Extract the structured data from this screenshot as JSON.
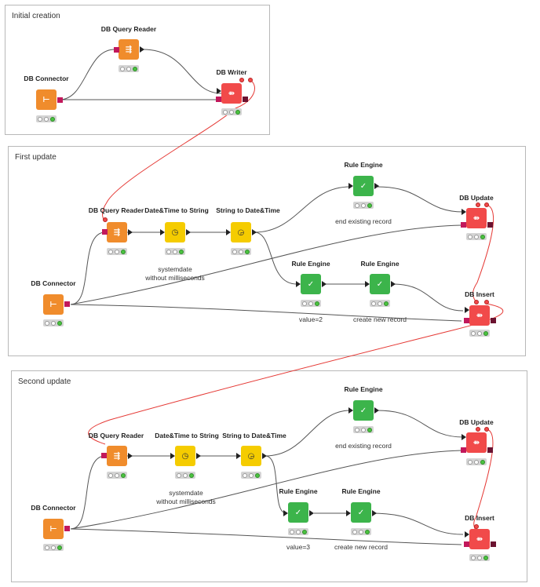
{
  "annotations": [
    {
      "title": "Initial creation"
    },
    {
      "title": "First update"
    },
    {
      "title": "Second update"
    }
  ],
  "nodes": {
    "i_reader": {
      "title": "DB Query Reader",
      "label": "",
      "glyph": "⇶",
      "color": "orange"
    },
    "i_connector": {
      "title": "DB Connector",
      "label": "",
      "glyph": "⊢",
      "color": "orange"
    },
    "i_writer": {
      "title": "DB Writer",
      "label": "",
      "glyph": "⇻",
      "color": "red"
    },
    "f_reader": {
      "title": "DB Query Reader",
      "label": "",
      "glyph": "⇶",
      "color": "orange"
    },
    "f_dt2s": {
      "title": "Date&Time to String",
      "label": "systemdate\nwithout milliseconds",
      "glyph": "◷",
      "color": "yellow"
    },
    "f_s2dt": {
      "title": "String to Date&Time",
      "label": "",
      "glyph": "◶",
      "color": "yellow"
    },
    "f_rule1": {
      "title": "Rule Engine",
      "label": "end existing record",
      "glyph": "✓",
      "color": "green"
    },
    "f_rule2": {
      "title": "Rule Engine",
      "label": "value=2",
      "glyph": "✓",
      "color": "green"
    },
    "f_rule3": {
      "title": "Rule Engine",
      "label": "create new record",
      "glyph": "✓",
      "color": "green"
    },
    "f_update": {
      "title": "DB Update",
      "label": "",
      "glyph": "⇻",
      "color": "red"
    },
    "f_insert": {
      "title": "DB Insert",
      "label": "",
      "glyph": "⇻",
      "color": "red"
    },
    "f_connector": {
      "title": "DB Connector",
      "label": "",
      "glyph": "⊢",
      "color": "orange"
    },
    "s_reader": {
      "title": "DB Query Reader",
      "label": "",
      "glyph": "⇶",
      "color": "orange"
    },
    "s_dt2s": {
      "title": "Date&Time to String",
      "label": "systemdate\nwithout milliseconds",
      "glyph": "◷",
      "color": "yellow"
    },
    "s_s2dt": {
      "title": "String to Date&Time",
      "label": "",
      "glyph": "◶",
      "color": "yellow"
    },
    "s_rule1": {
      "title": "Rule Engine",
      "label": "end existing record",
      "glyph": "✓",
      "color": "green"
    },
    "s_rule2": {
      "title": "Rule Engine",
      "label": "value=3",
      "glyph": "✓",
      "color": "green"
    },
    "s_rule3": {
      "title": "Rule Engine",
      "label": "create new record",
      "glyph": "✓",
      "color": "green"
    },
    "s_update": {
      "title": "DB Update",
      "label": "",
      "glyph": "⇻",
      "color": "red"
    },
    "s_insert": {
      "title": "DB Insert",
      "label": "",
      "glyph": "⇻",
      "color": "red"
    },
    "s_connector": {
      "title": "DB Connector",
      "label": "",
      "glyph": "⊢",
      "color": "orange"
    }
  },
  "colors": {
    "orange": "#f08c2c",
    "yellow": "#f5cc00",
    "green": "#3cb44b",
    "red": "#f14a4a",
    "db_port": "#c2185b",
    "flow_variable_line": "#e53935",
    "connection_line": "#555555"
  }
}
